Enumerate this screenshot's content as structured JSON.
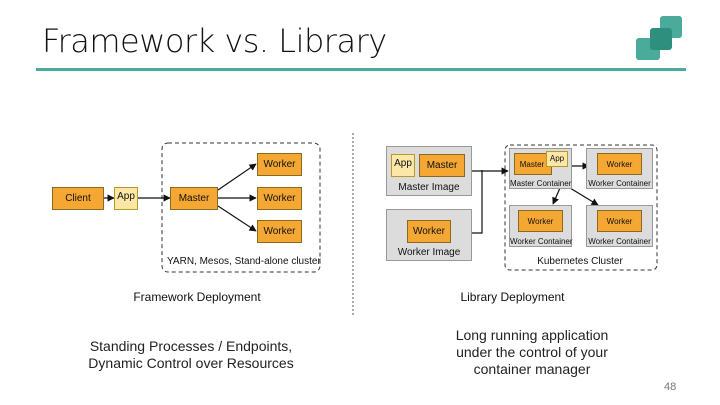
{
  "slide": {
    "title": "Framework vs. Library",
    "page_number": "48"
  },
  "framework": {
    "client": "Client",
    "app": "App",
    "master": "Master",
    "workers": [
      "Worker",
      "Worker",
      "Worker"
    ],
    "cluster_label": "YARN, Mesos, Stand-alone cluster",
    "caption": "Framework Deployment",
    "description_lines": [
      "Standing Processes / Endpoints,",
      "Dynamic Control over Resources"
    ]
  },
  "library": {
    "master_image_app": "App",
    "master_image_master": "Master",
    "master_image_label": "Master Image",
    "worker_image_worker": "Worker",
    "worker_image_label": "Worker Image",
    "container_master": "Master",
    "container_app": "App",
    "master_container_label": "Master Container",
    "container_workers": [
      "Worker",
      "Worker",
      "Worker"
    ],
    "worker_container_labels": [
      "Worker Container",
      "Worker Container",
      "Worker Container"
    ],
    "cluster_label": "Kubernetes Cluster",
    "caption": "Library Deployment",
    "description_lines": [
      "Long running application",
      "under the control of your",
      "container manager"
    ]
  }
}
